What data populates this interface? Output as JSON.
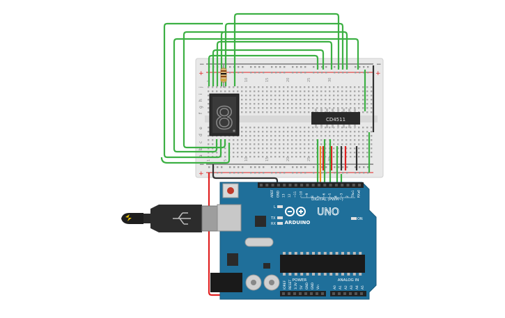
{
  "breadboard": {
    "rail_minus": "−",
    "rail_plus": "+",
    "row_letters_top": [
      "j",
      "i",
      "h",
      "g",
      "f"
    ],
    "row_letters_bottom": [
      "e",
      "d",
      "c",
      "b",
      "a"
    ],
    "column_numbers": [
      "1",
      "5",
      "10",
      "15",
      "20",
      "25",
      "30"
    ]
  },
  "display": {
    "digit": "8"
  },
  "ic": {
    "label": "CD4511"
  },
  "arduino": {
    "brand": "ARDUINO",
    "model": "UNO",
    "digital_label": "DIGITAL (PWM~)",
    "pin_labels": [
      "AREF",
      "GND",
      "13",
      "12",
      "~11",
      "~10",
      "~9",
      "8",
      "7",
      "~6",
      "~5",
      "4",
      "~3",
      "2",
      "TX▸1",
      "RX◂0"
    ],
    "power_label": "POWER",
    "power_pins": [
      "IOREF",
      "RESET",
      "3.3V",
      "5V",
      "GND",
      "GND",
      "Vin"
    ],
    "analog_label": "ANALOG IN",
    "analog_pins": [
      "A0",
      "A1",
      "A2",
      "A3",
      "A4",
      "A5"
    ],
    "led_labels": [
      "L",
      "TX",
      "RX"
    ],
    "on_label": "ON"
  },
  "colors": {
    "breadboard": "#e6e6e6",
    "board": "#1f6f9a",
    "wire_green": "#3cb043",
    "wire_red": "#e02020",
    "wire_black": "#303030",
    "wire_orange": "#f09020",
    "wire_yellow": "#e8c000"
  }
}
